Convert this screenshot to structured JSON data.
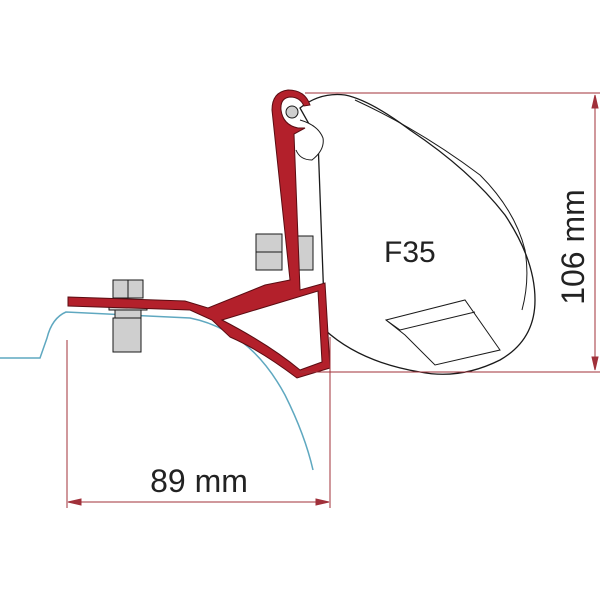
{
  "diagram": {
    "awning_label": "F35",
    "height_dimension": "106 mm",
    "width_dimension": "89 mm"
  },
  "colors": {
    "bracket": "#b3202b",
    "dimension_lines": "#a0303a",
    "vehicle_profile": "#5fa8c0",
    "outline": "#1a1a1a",
    "bolt": "#cfcfcf"
  }
}
